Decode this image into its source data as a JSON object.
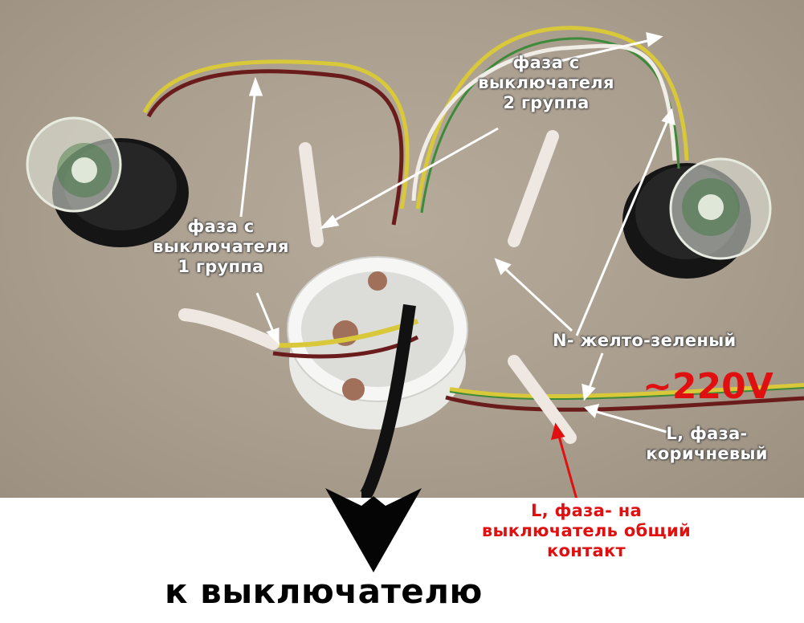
{
  "labels": {
    "phase_group2": "фаза с\nвыключателя\n2 группа",
    "phase_group1": "фаза с\nвыключателя\n1 группа",
    "neutral": "N- желто-зеленый",
    "voltage": "~220V",
    "live_brown": "L, фаза-\nкоричневый",
    "live_switch": "L, фаза- на\nвыключатель общий\nконтакт",
    "to_switch": "к выключателю"
  },
  "colors": {
    "white_label": "#ffffff",
    "red_label": "#e01010",
    "wire_yellow": "#d8c83a",
    "wire_green": "#3d8a3a",
    "wire_brown": "#6a1c1c",
    "wire_white": "#f0ece6"
  }
}
